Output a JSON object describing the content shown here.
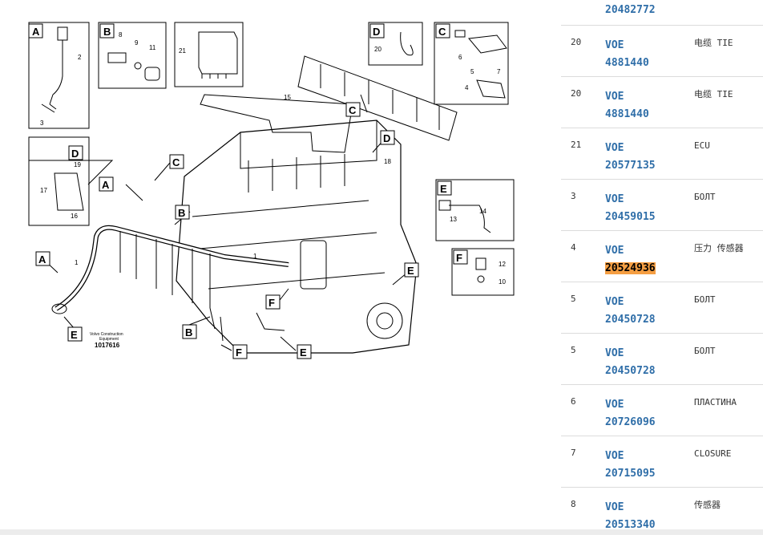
{
  "diagram": {
    "box_letters": [
      "A",
      "B",
      "C",
      "D",
      "E",
      "F"
    ],
    "callouts": [
      "1",
      "2",
      "3",
      "4",
      "5",
      "6",
      "7",
      "8",
      "9",
      "10",
      "11",
      "12",
      "13",
      "14",
      "15",
      "16",
      "17",
      "18",
      "19",
      "20",
      "21"
    ],
    "caption_line1": "Volvo Construction",
    "caption_line2": "Equipment",
    "caption_number": "1017616"
  },
  "top_row": {
    "code": "20482772"
  },
  "parts": [
    {
      "pos": "20",
      "brand": "VOE",
      "number": "4881440",
      "desc": "电缆 TIE"
    },
    {
      "pos": "20",
      "brand": "VOE",
      "number": "4881440",
      "desc": "电缆 TIE"
    },
    {
      "pos": "21",
      "brand": "VOE",
      "number": "20577135",
      "desc": "ECU"
    },
    {
      "pos": "3",
      "brand": "VOE",
      "number": "20459015",
      "desc": "БОЛТ"
    },
    {
      "pos": "4",
      "brand": "VOE",
      "number": "20524936",
      "desc": "压力 传感器",
      "highlighted": true
    },
    {
      "pos": "5",
      "brand": "VOE",
      "number": "20450728",
      "desc": "БОЛТ"
    },
    {
      "pos": "5",
      "brand": "VOE",
      "number": "20450728",
      "desc": "БОЛТ"
    },
    {
      "pos": "6",
      "brand": "VOE",
      "number": "20726096",
      "desc": "ПЛАСТИНА"
    },
    {
      "pos": "7",
      "brand": "VOE",
      "number": "20715095",
      "desc": "CLOSURE"
    },
    {
      "pos": "8",
      "brand": "VOE",
      "number": "20513340",
      "desc": "传感器"
    }
  ],
  "colors": {
    "link": "#2f6ea8",
    "highlight": "#f59e42",
    "divider": "#dcdcdc"
  }
}
